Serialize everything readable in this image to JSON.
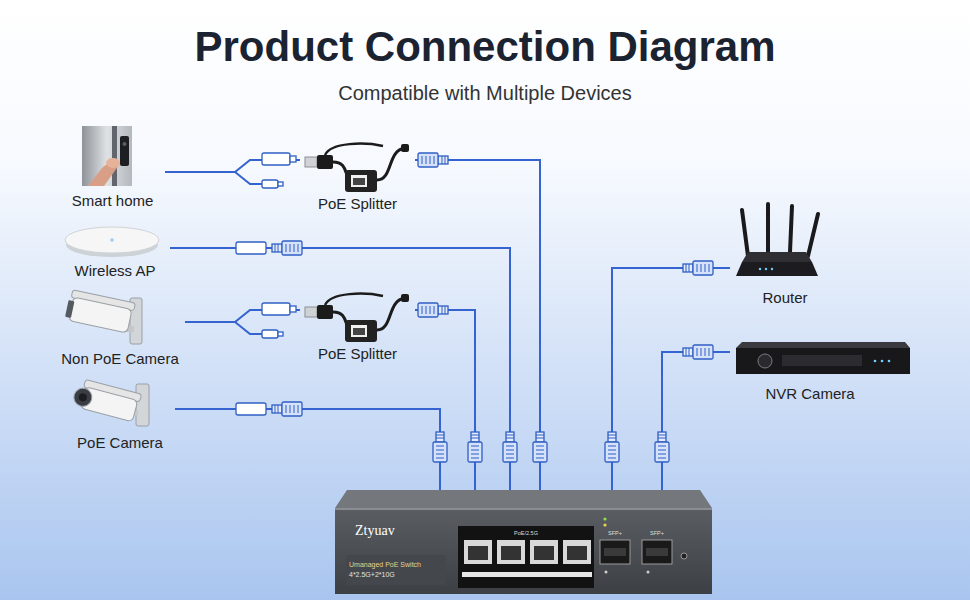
{
  "diagram": {
    "title": "Product Connection Diagram",
    "nodes": [
      {
        "text": [
          "Smart home"
        ]
      },
      {
        "text": [
          "PoE Splitter"
        ]
      },
      {
        "text": [
          "Wireless AP"
        ]
      },
      {
        "text": [
          "Non PoE Camera"
        ]
      },
      {
        "text": [
          "PoE Splitter"
        ]
      },
      {
        "text": [
          "PoE Camera"
        ]
      },
      {
        "text": [
          "Router"
        ]
      },
      {
        "text": [
          "NVR Camera"
        ]
      },
      {
        "text": [
          "Ztyuav",
          "Umanaged PoE Switch",
          "4*2.5G+2*10G"
        ]
      }
    ],
    "edges": [
      {
        "from": 0,
        "to": 1,
        "arrow": "none"
      },
      {
        "from": 1,
        "to": 8,
        "arrow": "none"
      },
      {
        "from": 2,
        "to": 8,
        "arrow": "none"
      },
      {
        "from": 3,
        "to": 4,
        "arrow": "none"
      },
      {
        "from": 4,
        "to": 8,
        "arrow": "none"
      },
      {
        "from": 5,
        "to": 8,
        "arrow": "none"
      },
      {
        "from": 6,
        "to": 8,
        "arrow": "none"
      },
      {
        "from": 7,
        "to": 8,
        "arrow": "none"
      }
    ],
    "labels": [
      "Compatible with Multiple Devices",
      "PoE/2.5G",
      "SFP+",
      "SFP+"
    ]
  }
}
